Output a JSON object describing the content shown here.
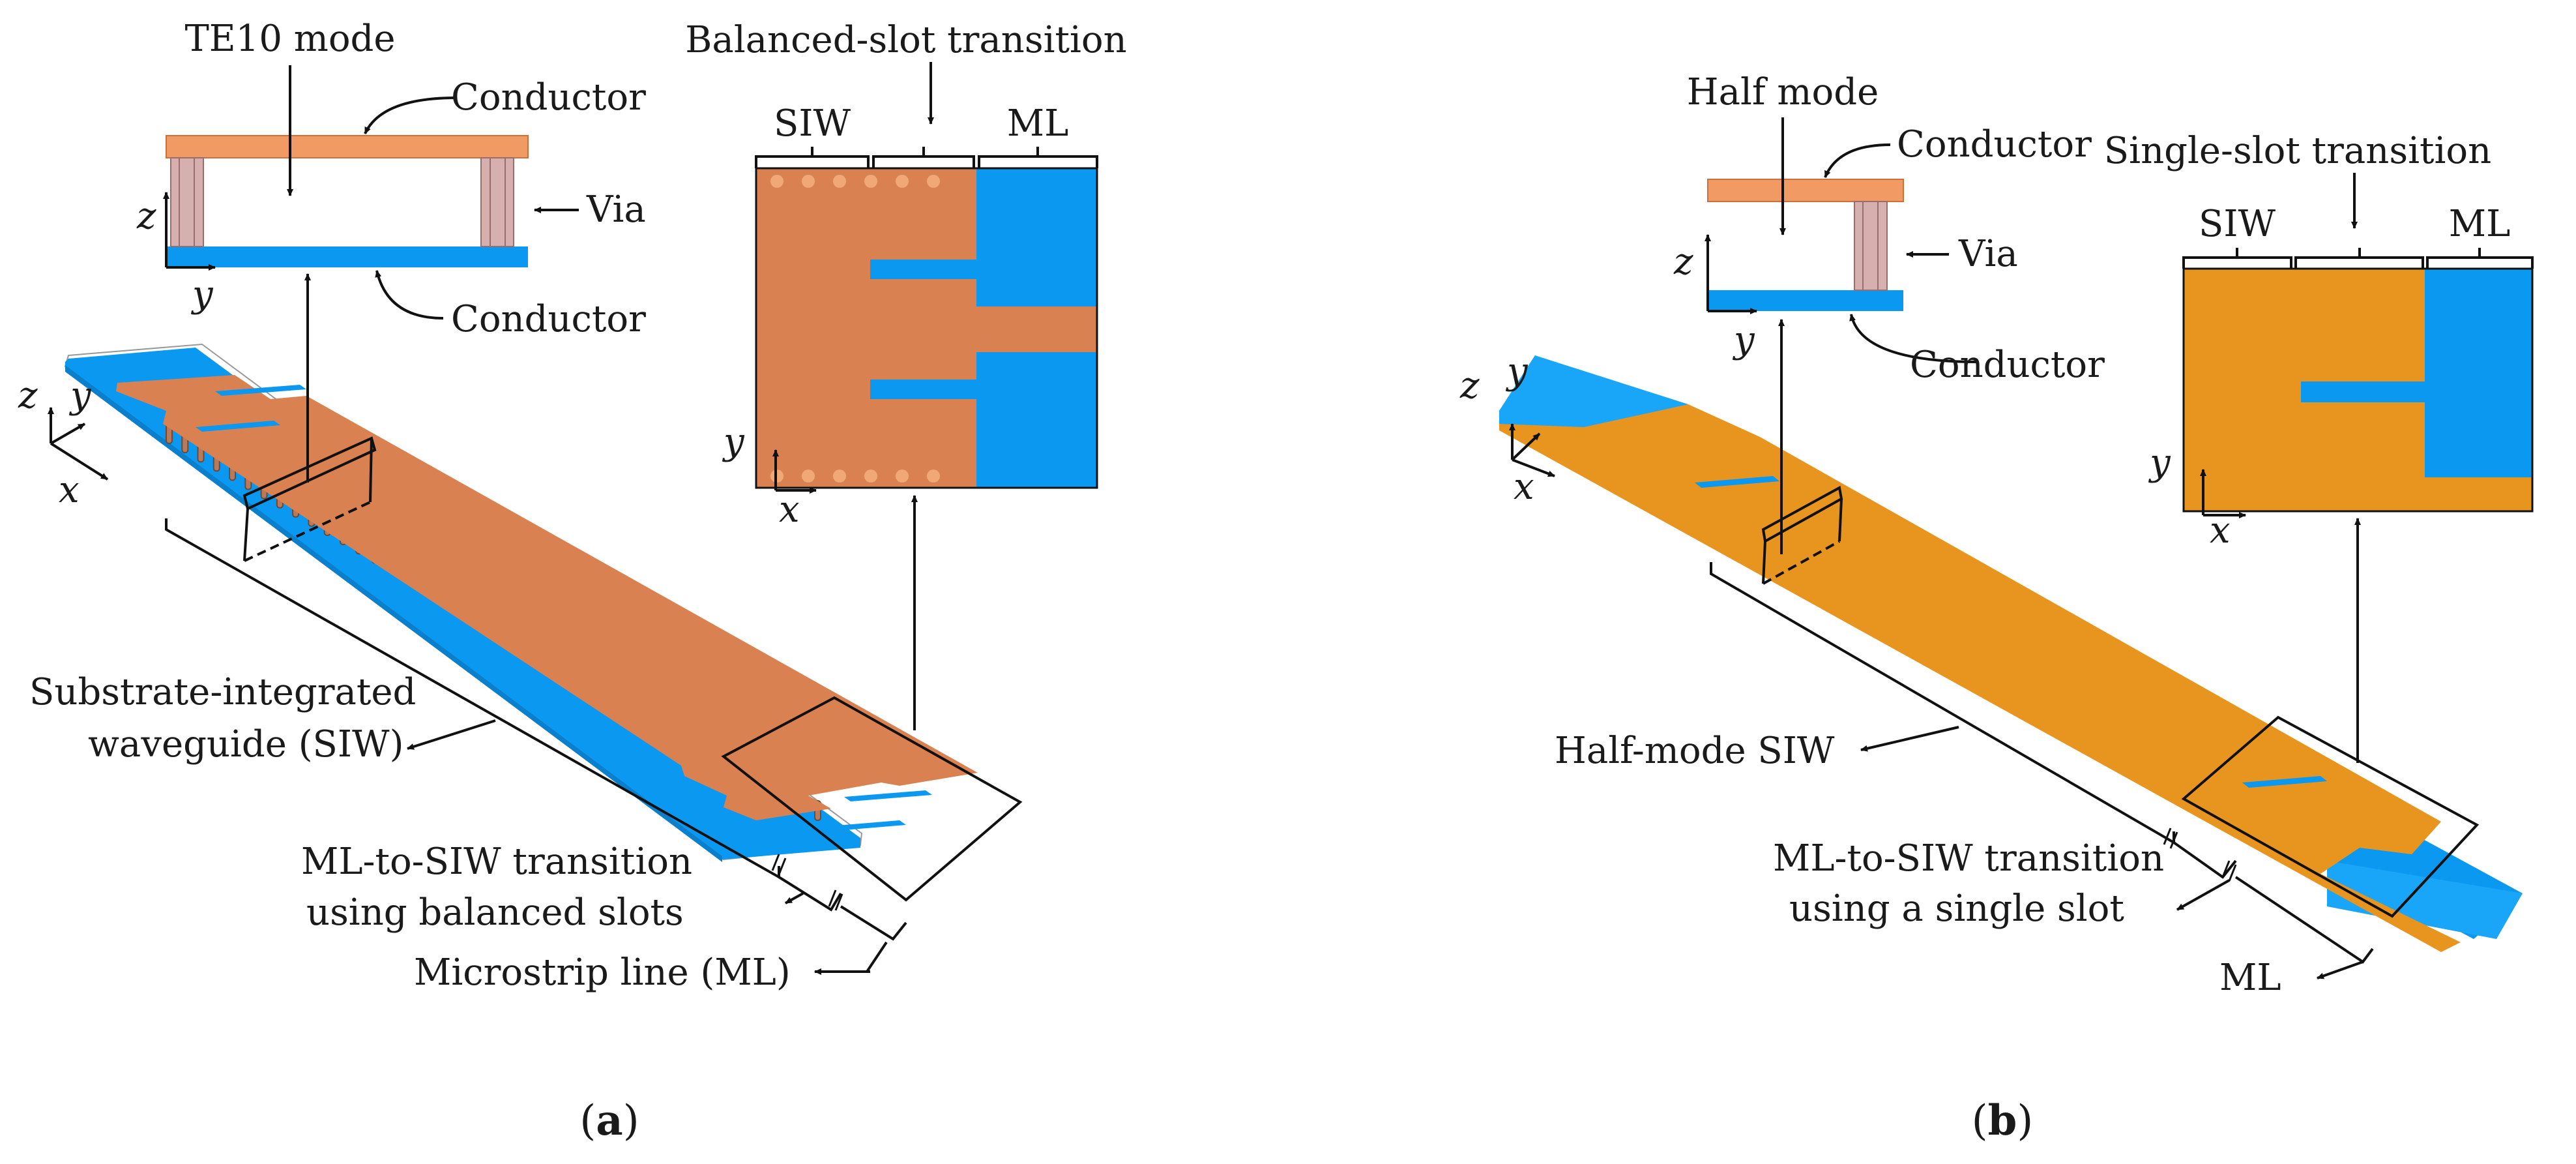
{
  "colors": {
    "copper": "#DA8152",
    "copper_light": "#F29A63",
    "gold": "#E8951F",
    "gold_light": "#F5A833",
    "blue": "#0B98F0",
    "blue_light": "#1AA6F8",
    "via": "#C8A0A0",
    "line": "#111111"
  },
  "panel_a": {
    "label_open": "(",
    "label_letter": "a",
    "label_close": ")",
    "cross_section": {
      "mode": "TE10 mode",
      "conductor_top": "Conductor",
      "via": "Via",
      "conductor_bottom": "Conductor",
      "axis_z": "z",
      "axis_y": "y"
    },
    "top_view": {
      "title": "Balanced-slot transition",
      "seg_siw": "SIW",
      "seg_ml": "ML",
      "axis_y": "y",
      "axis_x": "x"
    },
    "iso": {
      "axis_z": "z",
      "axis_y": "y",
      "axis_x": "x"
    },
    "callouts": {
      "siw_line1": "Substrate-integrated",
      "siw_line2": "waveguide (SIW)",
      "trans_line1": "ML-to-SIW transition",
      "trans_line2": "using balanced slots",
      "ml": "Microstrip line (ML)"
    }
  },
  "panel_b": {
    "label_open": "(",
    "label_letter": "b",
    "label_close": ")",
    "cross_section": {
      "mode": "Half mode",
      "conductor_top": "Conductor",
      "via": "Via",
      "conductor_bottom": "Conductor",
      "axis_z": "z",
      "axis_y": "y"
    },
    "top_view": {
      "title": "Single-slot transition",
      "seg_siw": "SIW",
      "seg_ml": "ML",
      "axis_y": "y",
      "axis_x": "x"
    },
    "iso": {
      "axis_z": "z",
      "axis_y": "y",
      "axis_x": "x"
    },
    "callouts": {
      "hmsiw": "Half-mode SIW",
      "trans_line1": "ML-to-SIW transition",
      "trans_line2": "using a single slot",
      "ml": "ML"
    }
  }
}
